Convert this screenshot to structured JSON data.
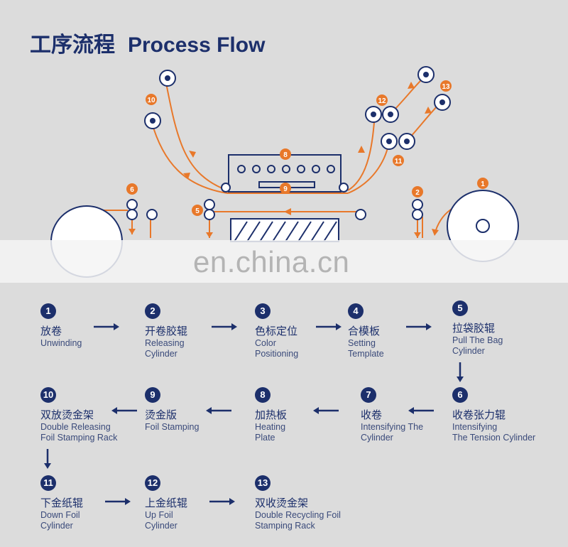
{
  "title": {
    "zh": "工序流程",
    "en": "Process Flow"
  },
  "watermark": "en.china.cn",
  "diagram_badges": [
    "1",
    "2",
    "5",
    "6",
    "8",
    "9",
    "10",
    "11",
    "12",
    "13"
  ],
  "colors": {
    "navy": "#1c2f6b",
    "orange": "#e8782a",
    "background": "#dcdcdc"
  },
  "steps": [
    {
      "num": "1",
      "zh": "放卷",
      "en": [
        "Unwinding"
      ]
    },
    {
      "num": "2",
      "zh": "开卷胶辊",
      "en": [
        "Releasing",
        "Cylinder"
      ]
    },
    {
      "num": "3",
      "zh": "色标定位",
      "en": [
        "Color",
        "Positioning"
      ]
    },
    {
      "num": "4",
      "zh": "合模板",
      "en": [
        "Setting",
        "Template"
      ]
    },
    {
      "num": "5",
      "zh": "拉袋胶辊",
      "en": [
        "Pull The Bag",
        "Cylinder"
      ]
    },
    {
      "num": "6",
      "zh": "收卷张力辊",
      "en": [
        "Intensifying",
        "The Tension Cylinder"
      ]
    },
    {
      "num": "7",
      "zh": "收卷",
      "en": [
        "Intensifying The",
        "Cylinder"
      ]
    },
    {
      "num": "8",
      "zh": "加热板",
      "en": [
        "Heating",
        "Plate"
      ]
    },
    {
      "num": "9",
      "zh": "烫金版",
      "en": [
        "Foil Stamping"
      ]
    },
    {
      "num": "10",
      "zh": "双放烫金架",
      "en": [
        "Double Releasing",
        "Foil Stamping Rack"
      ]
    },
    {
      "num": "11",
      "zh": "下金纸辊",
      "en": [
        "Down Foil",
        "Cylinder"
      ]
    },
    {
      "num": "12",
      "zh": "上金纸辊",
      "en": [
        "Up Foil",
        "Cylinder"
      ]
    },
    {
      "num": "13",
      "zh": "双收烫金架",
      "en": [
        "Double Recycling Foil",
        "Stamping Rack"
      ]
    }
  ]
}
